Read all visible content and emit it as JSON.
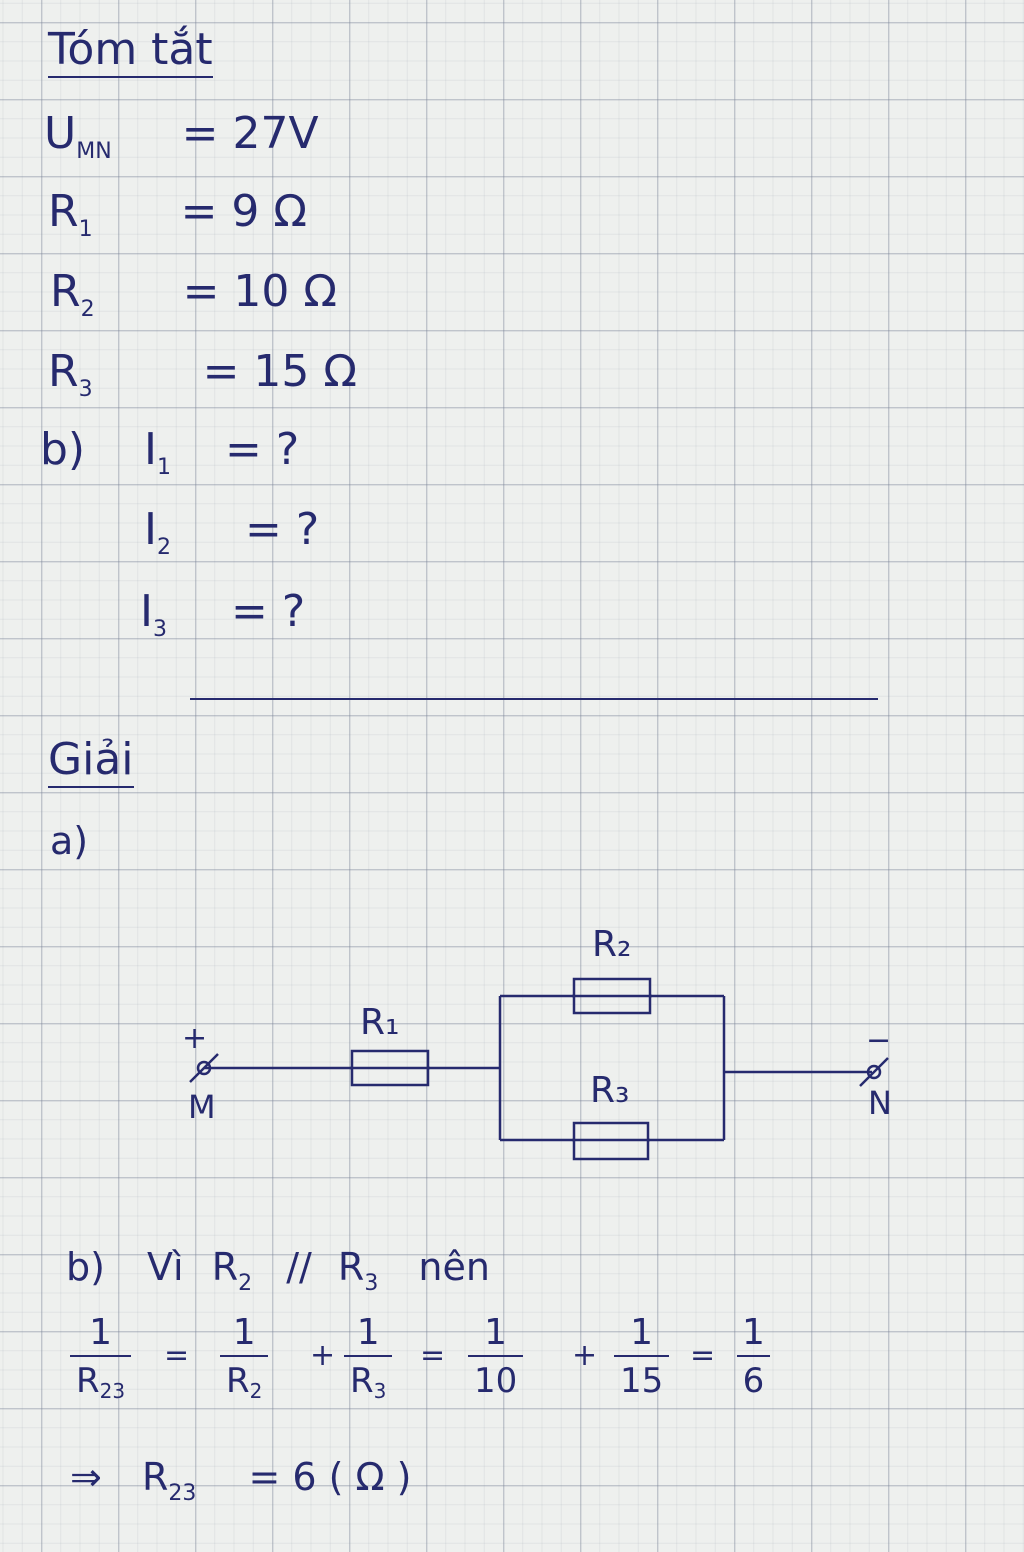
{
  "header": {
    "title": "Tóm tắt"
  },
  "given": [
    {
      "sym": "U",
      "sub": "MN",
      "value": "= 27V"
    },
    {
      "sym": "R",
      "sub": "1",
      "value": "= 9 Ω"
    },
    {
      "sym": "R",
      "sub": "2",
      "value": "= 10 Ω"
    },
    {
      "sym": "R",
      "sub": "3",
      "value": "= 15 Ω"
    }
  ],
  "question": {
    "label": "b)",
    "items": [
      {
        "sym": "I",
        "sub": "1",
        "value": "= ?"
      },
      {
        "sym": "I",
        "sub": "2",
        "value": "= ?"
      },
      {
        "sym": "I",
        "sub": "3",
        "value": "= ?"
      }
    ]
  },
  "solution": {
    "title": "Giải",
    "part_a": "a)",
    "circuit": {
      "plus": "+",
      "minus": "−",
      "node_m": "M",
      "node_n": "N",
      "r1": "R₁",
      "r2": "R₂",
      "r3": "R₃"
    },
    "part_b": {
      "label": "b)",
      "vi": "Vì",
      "r2": "R",
      "r2_sub": "2",
      "parallel": "//",
      "r3": "R",
      "r3_sub": "3",
      "nen": "nên",
      "fractions": [
        {
          "num": "1",
          "den": "R",
          "den_sub": "23"
        },
        {
          "num": "1",
          "den": "R",
          "den_sub": "2"
        },
        {
          "num": "1",
          "den": "R",
          "den_sub": "3"
        },
        {
          "num": "1",
          "den": "10",
          "den_sub": ""
        },
        {
          "num": "1",
          "den": "15",
          "den_sub": ""
        },
        {
          "num": "1",
          "den": "6",
          "den_sub": ""
        }
      ],
      "ops": [
        "=",
        "+",
        "=",
        "+",
        "="
      ],
      "result": {
        "arrow": "⇒",
        "sym": "R",
        "sub": "23",
        "value": "= 6 ( Ω )"
      }
    }
  }
}
